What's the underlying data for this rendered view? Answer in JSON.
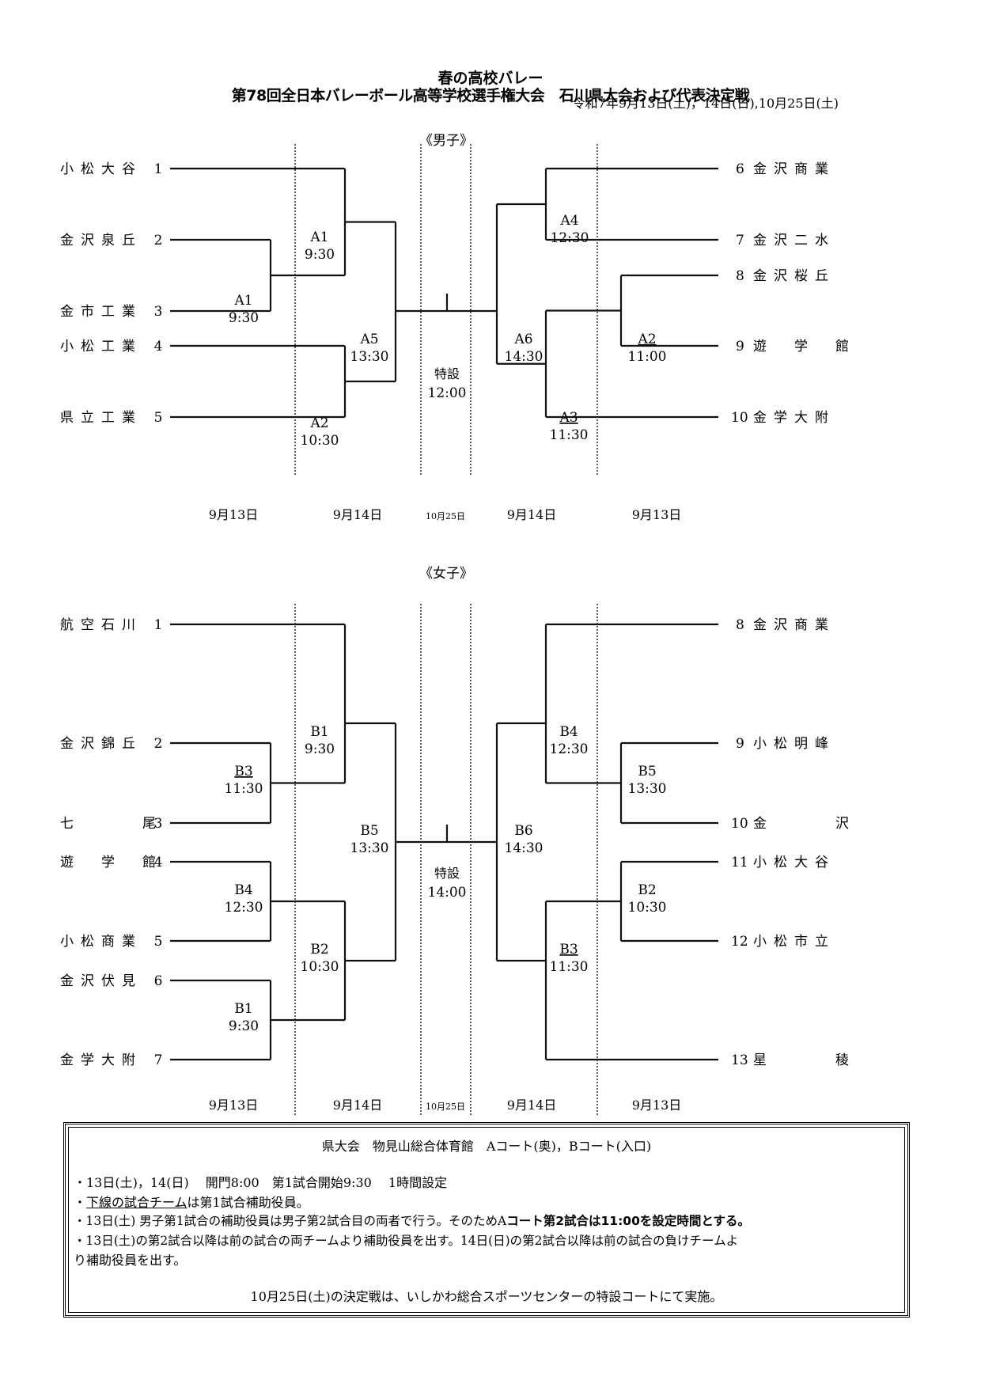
{
  "header": {
    "title_line1": "春の高校バレー",
    "title_line2": "第78回全日本バレーボール高等学校選手権大会　石川県大会および代表決定戦",
    "dates": "令和7年9月13日(土)，14日(日),10月25日(土)"
  },
  "brackets": [
    {
      "id": "boys",
      "title": "《男子》",
      "final": {
        "label": "特設",
        "time": "12:00"
      },
      "left_teams": [
        {
          "seed": "1",
          "name": "小松大谷"
        },
        {
          "seed": "2",
          "name": "金沢泉丘"
        },
        {
          "seed": "3",
          "name": "金市工業"
        },
        {
          "seed": "4",
          "name": "小松工業"
        },
        {
          "seed": "5",
          "name": "県立工業"
        }
      ],
      "right_teams": [
        {
          "seed": "6",
          "name": "金沢商業"
        },
        {
          "seed": "7",
          "name": "金沢二水"
        },
        {
          "seed": "8",
          "name": "金沢桜丘"
        },
        {
          "seed": "9",
          "name": "遊　学　館"
        },
        {
          "seed": "10",
          "name": "金学大附"
        }
      ],
      "left_matches": [
        {
          "code": "A1",
          "time": "9:30",
          "underlined": false
        },
        {
          "code": "A1",
          "time": "9:30",
          "underlined": false
        },
        {
          "code": "A2",
          "time": "10:30",
          "underlined": false
        },
        {
          "code": "A5",
          "time": "13:30",
          "underlined": false
        }
      ],
      "right_matches": [
        {
          "code": "A4",
          "time": "12:30",
          "underlined": false
        },
        {
          "code": "A2",
          "time": "11:00",
          "underlined": true
        },
        {
          "code": "A3",
          "time": "11:30",
          "underlined": true
        },
        {
          "code": "A6",
          "time": "14:30",
          "underlined": false
        }
      ],
      "day_labels": [
        "9月13日",
        "9月14日",
        "10月25日",
        "9月14日",
        "9月13日"
      ]
    },
    {
      "id": "girls",
      "title": "《女子》",
      "final": {
        "label": "特設",
        "time": "14:00"
      },
      "left_teams": [
        {
          "seed": "1",
          "name": "航空石川"
        },
        {
          "seed": "2",
          "name": "金沢錦丘"
        },
        {
          "seed": "3",
          "name": "七　　　尾"
        },
        {
          "seed": "4",
          "name": "遊　学　館"
        },
        {
          "seed": "5",
          "name": "小松商業"
        },
        {
          "seed": "6",
          "name": "金沢伏見"
        },
        {
          "seed": "7",
          "name": "金学大附"
        }
      ],
      "right_teams": [
        {
          "seed": "8",
          "name": "金沢商業"
        },
        {
          "seed": "9",
          "name": "小松明峰"
        },
        {
          "seed": "10",
          "name": "金　　　沢"
        },
        {
          "seed": "11",
          "name": "小松大谷"
        },
        {
          "seed": "12",
          "name": "小松市立"
        },
        {
          "seed": "13",
          "name": "星　　　稜"
        }
      ],
      "left_matches": [
        {
          "code": "B3",
          "time": "11:30",
          "underlined": true
        },
        {
          "code": "B1",
          "time": "9:30",
          "underlined": false
        },
        {
          "code": "B4",
          "time": "12:30",
          "underlined": false
        },
        {
          "code": "B1",
          "time": "9:30",
          "underlined": false
        },
        {
          "code": "B2",
          "time": "10:30",
          "underlined": false
        },
        {
          "code": "B5",
          "time": "13:30",
          "underlined": false
        }
      ],
      "right_matches": [
        {
          "code": "B5",
          "time": "13:30",
          "underlined": false
        },
        {
          "code": "B4",
          "time": "12:30",
          "underlined": false
        },
        {
          "code": "B2",
          "time": "10:30",
          "underlined": false
        },
        {
          "code": "B3",
          "time": "11:30",
          "underlined": true
        },
        {
          "code": "B6",
          "time": "14:30",
          "underlined": false
        }
      ],
      "day_labels": [
        "9月13日",
        "9月14日",
        "10月25日",
        "9月14日",
        "9月13日"
      ]
    }
  ],
  "notes": {
    "venue": "県大会　物見山総合体育館　Aコート(奥)，Bコート(入口)",
    "line1": "・13日(土)，14(日)　 開門8:00　第1試合開始9:30　 1時間設定",
    "line2_underlined": "下線の試合チーム",
    "line2_rest": "は第1試合補助役員。",
    "line2_prefix": "・",
    "line3_normal": "・13日(土) 男子第1試合の補助役員は男子第2試合目の両者で行う。そのためA",
    "line3_bold": "コート第2試合は11:00を設定時間とする。",
    "line4": "・13日(土)の第2試合以降は前の試合の両チームより補助役員を出す。14日(日)の第2試合以降は前の試合の負けチームよ",
    "line5": "り補助役員を出す。",
    "line6": "10月25日(土)の決定戦は、いしかわ総合スポーツセンターの特設コートにて実施。"
  }
}
